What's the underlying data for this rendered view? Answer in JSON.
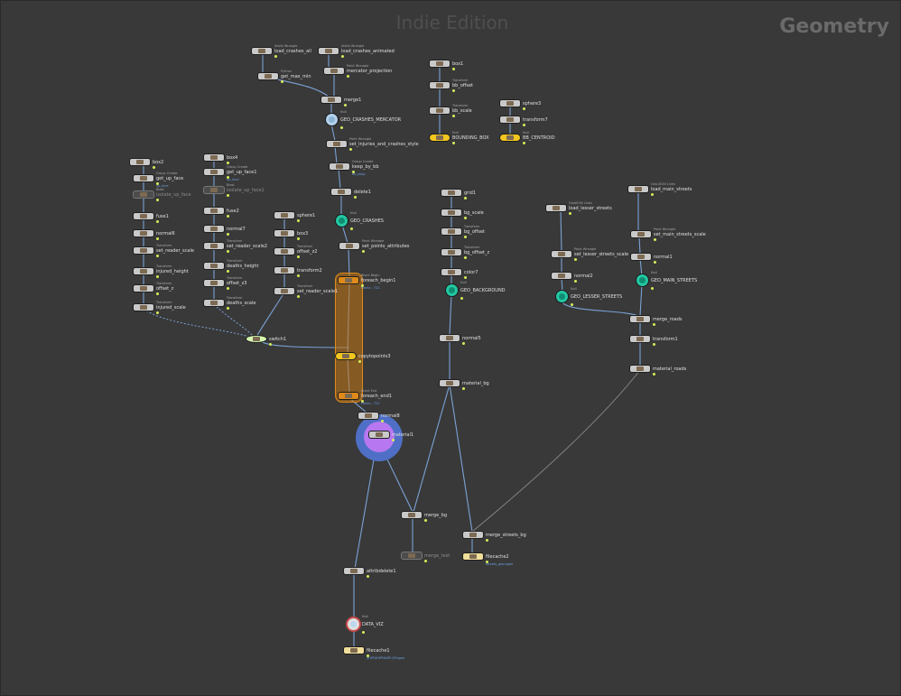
{
  "watermark": "Indie Edition",
  "context": "Geometry",
  "colors": {
    "background": "#393939",
    "wire": "#7aa2d6",
    "geo_node": "#23c8a3",
    "loop": "#e08a1a",
    "selection_ring": "#7b98e0",
    "selected_node": "#b777f0"
  },
  "nodes": {
    "load_crashes_all": {
      "label": "load_crashes_all",
      "type": "Attrib Wrangle",
      "icon": "wrangle-icon"
    },
    "load_crashes_animated": {
      "label": "load_crashes_animated",
      "type": "Attrib Wrangle",
      "icon": "wrangle-icon"
    },
    "get_max_min": {
      "label": "get_max_min",
      "type": "Python",
      "icon": "python-icon"
    },
    "mercator_projection": {
      "label": "mercator_projection",
      "type": "Point Wrangle",
      "icon": "wrangle-icon"
    },
    "merge1": {
      "label": "merge1",
      "icon": "merge-icon"
    },
    "geo_crashes_mercator": {
      "label": "GEO_CRASHES_MERCATOR",
      "type": "Null",
      "icon": "geo-icon"
    },
    "set_injuries_and_crashes_style": {
      "label": "set_injuries_and_crashes_style",
      "type": "Point Wrangle",
      "icon": "wrangle-icon"
    },
    "keep_by_bb": {
      "label": "keep_by_bb",
      "type": "Group Create",
      "icon": "group-icon",
      "info": "bb_keep"
    },
    "delete1": {
      "label": "delete1",
      "icon": "delete-icon"
    },
    "geo_crashes": {
      "label": "GEO_CRASHES",
      "type": "Null",
      "icon": "geo-icon"
    },
    "set_points_attributes": {
      "label": "set_points_attributes",
      "type": "Point Wrangle",
      "icon": "wrangle-icon"
    },
    "foreach_begin1": {
      "label": "foreach_begin1",
      "type": "Block Begin",
      "icon": "loop-icon",
      "info": "Points : 722"
    },
    "copytopoints3": {
      "label": "copytopoints3",
      "icon": "copy-icon"
    },
    "foreach_end1": {
      "label": "foreach_end1",
      "type": "Block End",
      "icon": "loop-icon",
      "info": "Points : 722"
    },
    "normal8": {
      "label": "normal8",
      "icon": "normal-icon"
    },
    "material1": {
      "label": "material1",
      "icon": "material-icon"
    },
    "box1": {
      "label": "box1",
      "icon": "box-icon"
    },
    "bb_offset": {
      "label": "bb_offset",
      "type": "Transform",
      "icon": "transform-icon"
    },
    "bb_scale": {
      "label": "bb_scale",
      "type": "Transform",
      "icon": "transform-icon"
    },
    "bounding_box": {
      "label": "BOUNDING_BOX",
      "type": "Null",
      "icon": "null-icon"
    },
    "sphere3": {
      "label": "sphere3",
      "icon": "sphere-icon"
    },
    "transform7": {
      "label": "transform7",
      "icon": "transform-icon"
    },
    "bb_centroid": {
      "label": "BB_CENTROID",
      "type": "Null",
      "icon": "null-icon"
    },
    "box2": {
      "label": "box2",
      "icon": "box-icon"
    },
    "get_up_face": {
      "label": "get_up_face",
      "type": "Group Create",
      "icon": "group-icon",
      "info": "up_face"
    },
    "isolate_up_face": {
      "label": "isolate_up_face",
      "type": "Blast",
      "icon": "blast-icon"
    },
    "fuse1": {
      "label": "fuse1",
      "icon": "fuse-icon"
    },
    "normal6": {
      "label": "normal6",
      "icon": "normal-icon"
    },
    "set_reader_scale": {
      "label": "set_reader_scale",
      "type": "Transform",
      "icon": "transform-icon"
    },
    "injured_height": {
      "label": "injured_height",
      "type": "Transform",
      "icon": "transform-icon"
    },
    "offset_z": {
      "label": "offset_z",
      "type": "Transform",
      "icon": "transform-icon"
    },
    "injured_scale": {
      "label": "injured_scale",
      "type": "Transform",
      "icon": "transform-icon"
    },
    "box4": {
      "label": "box4",
      "icon": "box-icon"
    },
    "get_up_face1": {
      "label": "get_up_face1",
      "type": "Group Create",
      "icon": "group-icon",
      "info": "up_face"
    },
    "isolate_up_face1": {
      "label": "isolate_up_face1",
      "type": "Blast",
      "icon": "blast-icon"
    },
    "fuse2": {
      "label": "fuse2",
      "icon": "fuse-icon"
    },
    "normal7": {
      "label": "normal7",
      "icon": "normal-icon"
    },
    "set_reader_scale2": {
      "label": "set_reader_scale2",
      "type": "Transform",
      "icon": "transform-icon"
    },
    "deaths_height": {
      "label": "deaths_height",
      "type": "Transform",
      "icon": "transform-icon"
    },
    "offset_z3": {
      "label": "offset_z3",
      "type": "Transform",
      "icon": "transform-icon"
    },
    "deaths_scale": {
      "label": "deaths_scale",
      "type": "Transform",
      "icon": "transform-icon"
    },
    "sphere1": {
      "label": "sphere1",
      "icon": "sphere-icon"
    },
    "box3": {
      "label": "box3",
      "icon": "box-icon"
    },
    "offset_z2": {
      "label": "offset_z2",
      "type": "Transform",
      "icon": "transform-icon"
    },
    "transform2": {
      "label": "transform2",
      "icon": "transform-icon"
    },
    "set_reader_scale1": {
      "label": "set_reader_scale1",
      "type": "Transform",
      "icon": "transform-icon"
    },
    "switch1": {
      "label": "switch1",
      "icon": "switch-icon"
    },
    "grid1": {
      "label": "grid1",
      "icon": "grid-icon"
    },
    "bg_scale": {
      "label": "bg_scale",
      "icon": "transform-icon"
    },
    "bg_offset": {
      "label": "bg_offset",
      "type": "Transform",
      "icon": "transform-icon"
    },
    "bg_offset_z": {
      "label": "bg_offset_z",
      "type": "Transform",
      "icon": "transform-icon"
    },
    "color7": {
      "label": "color7",
      "icon": "color-icon"
    },
    "geo_background": {
      "label": "GEO_BACKGROUND",
      "type": "Null",
      "icon": "geo-icon"
    },
    "normal5": {
      "label": "normal5",
      "icon": "normal-icon"
    },
    "material_bg": {
      "label": "material_bg",
      "icon": "material-icon"
    },
    "merge_bg": {
      "label": "merge_bg",
      "icon": "merge-icon"
    },
    "merge_test": {
      "label": "merge_test",
      "icon": "merge-icon"
    },
    "attribdelete1": {
      "label": "attribdelete1",
      "icon": "attribdelete-icon"
    },
    "data_viz": {
      "label": "DATA_VIZ",
      "type": "Null",
      "icon": "output-icon"
    },
    "filecache1": {
      "label": "filecache1",
      "icon": "filecache-icon",
      "info": "$HIP/$HIPNAME.$F.bgeo"
    },
    "load_lesser_streets": {
      "label": "load_lesser_streets",
      "type": "GeoJSON Lines",
      "icon": "python-icon"
    },
    "set_lesser_streets_scale": {
      "label": "set_lesser_streets_scale",
      "type": "Point Wrangle",
      "icon": "wrangle-icon"
    },
    "normal2": {
      "label": "normal2",
      "icon": "normal-icon"
    },
    "geo_lesser_streets": {
      "label": "GEO_LESSER_STREETS",
      "type": "Null",
      "icon": "geo-icon"
    },
    "load_main_streets": {
      "label": "load_main_streets",
      "type": "Geo JSON Lines",
      "icon": "python-icon"
    },
    "set_main_streets_scale": {
      "label": "set_main_streets_scale",
      "type": "Point Wrangle",
      "icon": "wrangle-icon"
    },
    "normal1": {
      "label": "normal1",
      "icon": "normal-icon"
    },
    "geo_main_streets": {
      "label": "GEO_MAIN_STREETS",
      "type": "Null",
      "icon": "geo-icon"
    },
    "merge_roads": {
      "label": "merge_roads",
      "icon": "merge-icon"
    },
    "transform1": {
      "label": "transform1",
      "icon": "transform-icon"
    },
    "material_roads": {
      "label": "material_roads",
      "icon": "material-icon"
    },
    "merge_streets_bg": {
      "label": "merge_streets_bg",
      "icon": "merge-icon"
    },
    "filecache2": {
      "label": "filecache2",
      "icon": "filecache-icon",
      "info": "streets_geo.bgeo"
    }
  }
}
